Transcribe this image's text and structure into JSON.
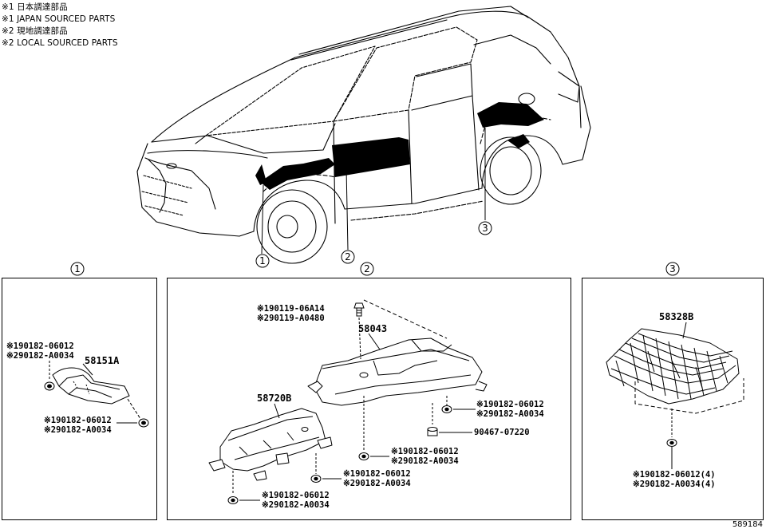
{
  "legend": {
    "line1": "※1 日本調達部品",
    "line2": "※1 JAPAN SOURCED PARTS",
    "line3": "※2 現地調達部品",
    "line4": "※2 LOCAL SOURCED PARTS"
  },
  "callouts": {
    "c1": "1",
    "c2": "2",
    "c3": "3"
  },
  "panel1": {
    "part": "58151A",
    "codeA1": "※190182-06012",
    "codeA2": "※290182-A0034",
    "codeB1": "※190182-06012",
    "codeB2": "※290182-A0034"
  },
  "panel2": {
    "partTop": "58043",
    "partLeft": "58720B",
    "bolt1": "※190119-06A14",
    "bolt2": "※290119-A0480",
    "r1a": "※190182-06012",
    "r1b": "※290182-A0034",
    "nut": "90467-07220",
    "m1a": "※190182-06012",
    "m1b": "※290182-A0034",
    "m2a": "※190182-06012",
    "m2b": "※290182-A0034",
    "b1a": "※190182-06012",
    "b1b": "※290182-A0034"
  },
  "panel3": {
    "part": "58328B",
    "code1": "※190182-06012(4)",
    "code2": "※290182-A0034(4)"
  },
  "illustration_id": "589184"
}
